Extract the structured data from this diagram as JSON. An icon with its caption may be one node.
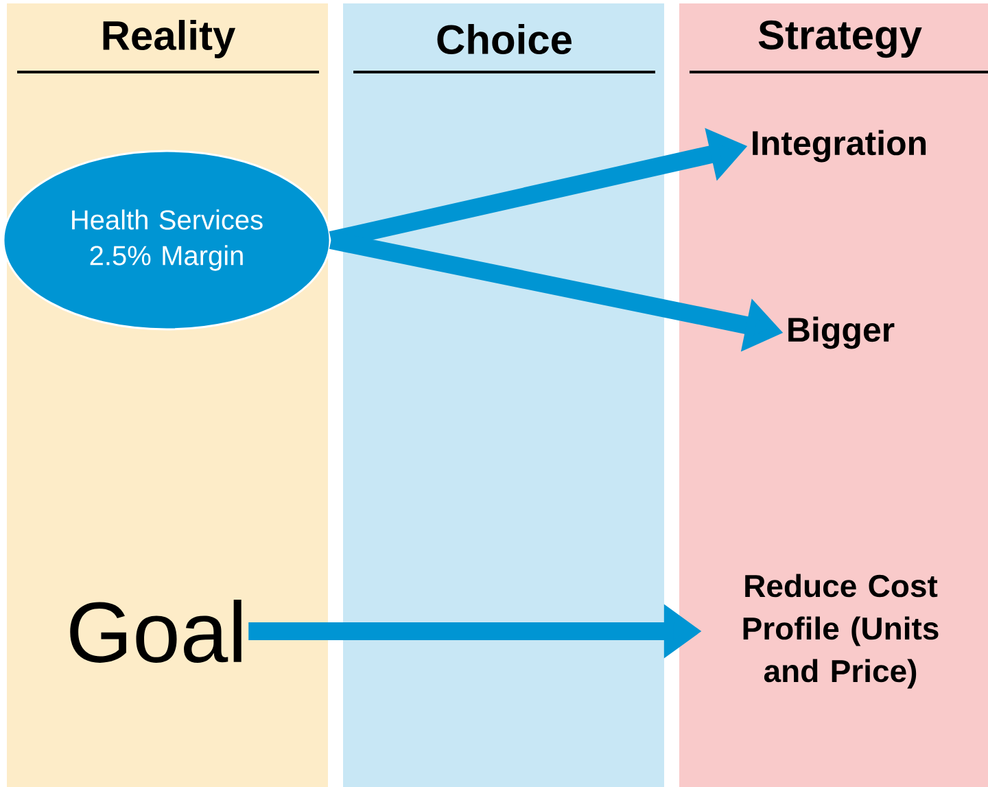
{
  "diagram": {
    "nodes": [
      {
        "text": [
          "Health Services 2.5% Margin"
        ]
      },
      {
        "text": [
          "Integration"
        ]
      },
      {
        "text": [
          "Bigger"
        ]
      },
      {
        "text": [
          "Goal"
        ]
      },
      {
        "text": [
          "Reduce Cost Profile (Units and Price)"
        ]
      }
    ],
    "edges": [
      {
        "from": 0,
        "to": 1,
        "arrow": "to"
      },
      {
        "from": 0,
        "to": 2,
        "arrow": "to"
      },
      {
        "from": 3,
        "to": 4,
        "arrow": "to"
      }
    ],
    "labels": [
      "Reality",
      "Choice",
      "Strategy"
    ]
  }
}
